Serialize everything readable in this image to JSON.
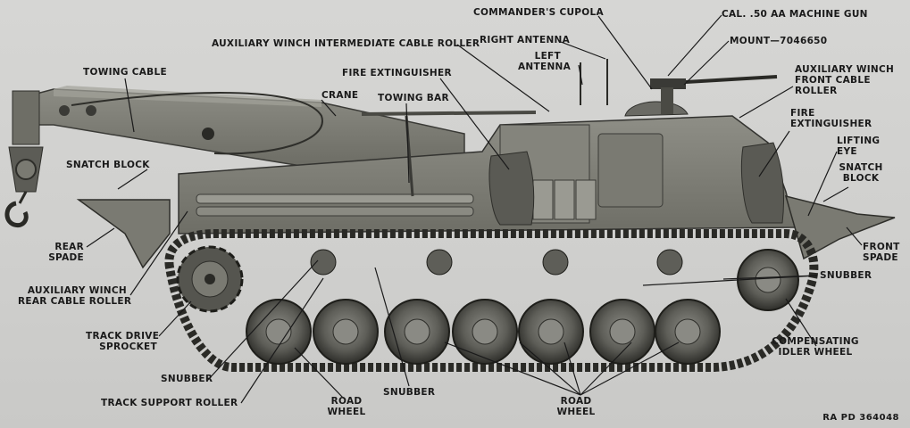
{
  "labels": {
    "commanders_cupola": "COMMANDER'S CUPOLA",
    "cal50_mg": "CAL. .50 AA MACHINE GUN",
    "right_antenna": "RIGHT ANTENNA",
    "mount": "MOUNT—7046650",
    "aux_winch_intermediate": "AUXILIARY WINCH INTERMEDIATE CABLE ROLLER",
    "left_antenna_l1": "LEFT",
    "left_antenna_l2": "ANTENNA",
    "aux_winch_front_l1": "AUXILIARY WINCH",
    "aux_winch_front_l2": "FRONT CABLE",
    "aux_winch_front_l3": "ROLLER",
    "towing_cable": "TOWING CABLE",
    "fire_ext_left": "FIRE EXTINGUISHER",
    "crane": "CRANE",
    "towing_bar": "TOWING BAR",
    "fire_ext_right_l1": "FIRE",
    "fire_ext_right_l2": "EXTINGUISHER",
    "lifting_eye_l1": "LIFTING",
    "lifting_eye_l2": "EYE",
    "snatch_block_left": "SNATCH BLOCK",
    "snatch_block_right_l1": "SNATCH",
    "snatch_block_right_l2": "BLOCK",
    "rear_spade_l1": "REAR",
    "rear_spade_l2": "SPADE",
    "front_spade_l1": "FRONT",
    "front_spade_l2": "SPADE",
    "snubber_right": "SNUBBER",
    "aux_winch_rear_l1": "AUXILIARY WINCH",
    "aux_winch_rear_l2": "REAR CABLE ROLLER",
    "track_drive_l1": "TRACK DRIVE",
    "track_drive_l2": "SPROCKET",
    "compensating_l1": "COMPENSATING",
    "compensating_l2": "IDLER WHEEL",
    "snubber_left": "SNUBBER",
    "snubber_center": "SNUBBER",
    "track_support_roller": "TRACK SUPPORT ROLLER",
    "road_wheel_left_l1": "ROAD",
    "road_wheel_left_l2": "WHEEL",
    "road_wheel_right_l1": "ROAD",
    "road_wheel_right_l2": "WHEEL"
  },
  "reference": "RA PD 364048"
}
